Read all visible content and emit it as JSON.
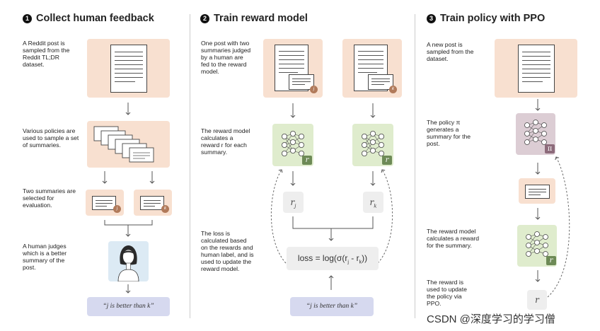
{
  "step1": {
    "number": "1",
    "title": "Collect human feedback",
    "note_post": "A Reddit post is sampled from the Reddit TL;DR dataset.",
    "note_policies": "Various policies are used to sample a set of summaries.",
    "note_two": "Two summaries are selected for evaluation.",
    "note_human": "A human judges which is a better summary of the post.",
    "badge_j": "j",
    "badge_k": "k",
    "quote": "“j is better than k”"
  },
  "step2": {
    "number": "2",
    "title": "Train reward model",
    "note_post": "One post with two summaries judged by a human are fed to the reward model.",
    "note_reward": "The reward model calculates a reward r for each summary.",
    "note_loss": "The loss is calculated based on the rewards and human label, and is used to update the reward model.",
    "badge_j": "j",
    "badge_k": "k",
    "r_tag": "r",
    "r_j_base": "r",
    "r_j_sub": "j",
    "r_k_base": "r",
    "r_k_sub": "k",
    "loss_prefix": "loss = log(σ(r",
    "loss_sub1": "j",
    "loss_mid": " - r",
    "loss_sub2": "k",
    "loss_suffix": "))",
    "quote": "“j is better than k”"
  },
  "step3": {
    "number": "3",
    "title": "Train policy with PPO",
    "note_post": "A new post is sampled from the dataset.",
    "note_policy": "The policy π generates a summary for the post.",
    "note_reward": "The reward model calculates a reward for the summary.",
    "note_update": "The reward is used to update the policy via PPO.",
    "pi_tag": "π",
    "r_tag": "r",
    "r_value": "r"
  },
  "watermark": "CSDN @深度学习的学习僧",
  "colors": {
    "peach": "#f8e0d0",
    "green": "#dfeccd",
    "mauve": "#dccdd4",
    "blue": "#dceaf4",
    "lavender": "#d6d9ef",
    "badge": "#b17a5a"
  }
}
